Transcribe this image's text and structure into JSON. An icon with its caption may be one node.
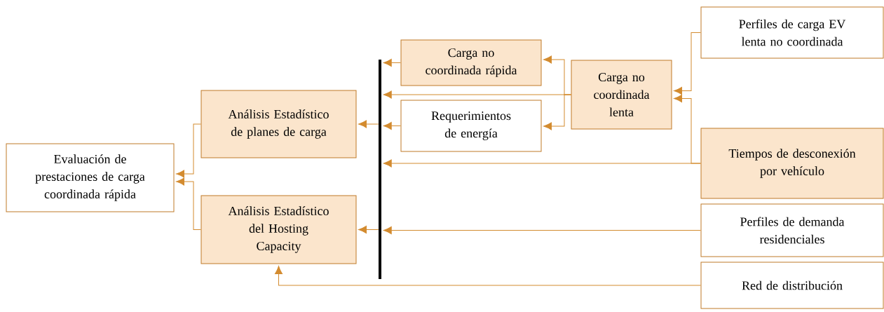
{
  "diagram": {
    "nodes": [
      {
        "text": [
          "Evaluación de prestaciones de carga coordinada rápida"
        ]
      },
      {
        "text": [
          "Análisis Estadístico de planes de carga"
        ]
      },
      {
        "text": [
          "Análisis Estadístico del Hosting Capacity"
        ]
      },
      {
        "text": [],
        "shape": "bar"
      },
      {
        "text": [
          "Carga no coordinada rápida"
        ]
      },
      {
        "text": [
          "Requerimientos de energía"
        ]
      },
      {
        "text": [
          "Carga no coordinada lenta"
        ]
      },
      {
        "text": [
          "Perfiles de carga EV lenta no coordinada"
        ]
      },
      {
        "text": [
          "Tiempos de desconexión por vehículo"
        ]
      },
      {
        "text": [
          "Perfiles de demanda residenciales"
        ]
      },
      {
        "text": [
          "Red de distribución"
        ]
      }
    ],
    "edges": [
      {
        "from": 1,
        "to": 0,
        "arrow": "to"
      },
      {
        "from": 2,
        "to": 0,
        "arrow": "to"
      },
      {
        "from": 3,
        "to": 1,
        "arrow": "to"
      },
      {
        "from": 3,
        "to": 2,
        "arrow": "to"
      },
      {
        "from": 4,
        "to": 3,
        "arrow": "to"
      },
      {
        "from": 6,
        "to": 3,
        "arrow": "to"
      },
      {
        "from": 5,
        "to": 3,
        "arrow": "to"
      },
      {
        "from": 8,
        "to": 3,
        "arrow": "to"
      },
      {
        "from": 9,
        "to": 3,
        "arrow": "to"
      },
      {
        "from": 6,
        "to": 4,
        "arrow": "to"
      },
      {
        "from": 6,
        "to": 5,
        "arrow": "to"
      },
      {
        "from": 7,
        "to": 6,
        "arrow": "to"
      },
      {
        "from": 8,
        "to": 6,
        "arrow": "to"
      },
      {
        "from": 10,
        "to": 2,
        "arrow": "to"
      }
    ]
  }
}
